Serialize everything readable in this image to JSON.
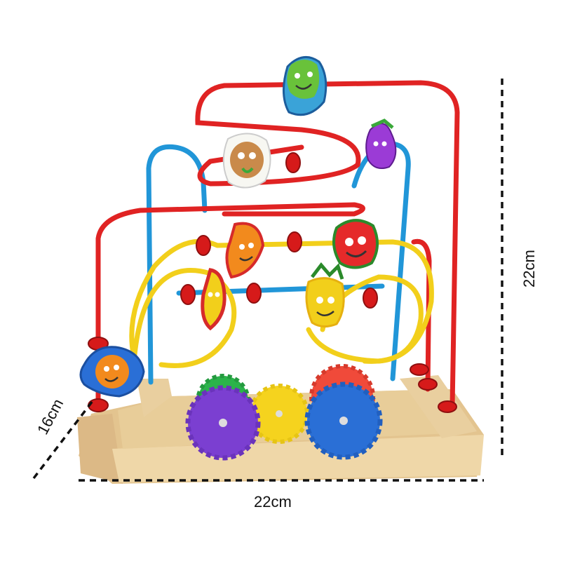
{
  "dimensions": {
    "width": "22cm",
    "height": "22cm",
    "depth": "16cm"
  },
  "product": {
    "gear_colors": [
      "#2bb34a",
      "#f04a3a",
      "#f5d31e",
      "#7b3fd1",
      "#2a6fd6"
    ],
    "wire_colors": [
      "#e02323",
      "#2196d8",
      "#f2cf1b"
    ],
    "bead_colors": [
      "#d61a1a"
    ],
    "base_color": "#ecd3a3",
    "line_color": "#111111"
  }
}
